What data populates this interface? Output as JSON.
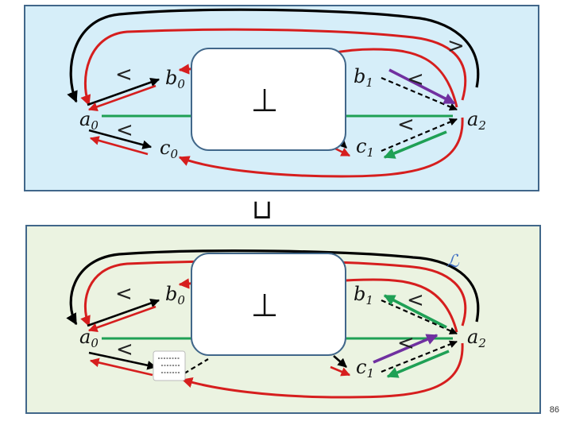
{
  "slide": {
    "page_number": "86"
  },
  "colors": {
    "top_panel_bg": "#d6eef9",
    "bottom_panel_bg": "#ebf3e1",
    "panel_border": "#41678a",
    "red": "#d61e1e",
    "green": "#1fa055",
    "purple": "#7030a0",
    "black": "#000000",
    "blue_label": "#4472c4"
  },
  "top_panel": {
    "box_symbol": "⊥",
    "labels": {
      "a0": "a",
      "a0_sub": "0",
      "b0": "b",
      "b0_sub": "0",
      "c0": "c",
      "c0_sub": "0",
      "b1": "b",
      "b1_sub": "1",
      "c1": "c",
      "c1_sub": "1",
      "a2": "a",
      "a2_sub": "2"
    },
    "rel_lt_1": "<",
    "rel_lt_2": "<",
    "rel_lt_3": "<",
    "rel_lt_4": "<",
    "rel_gt": ">"
  },
  "join_symbol": "⊔",
  "bottom_panel": {
    "box_symbol": "⊥",
    "script_label": "ℒ",
    "labels": {
      "a0": "a",
      "a0_sub": "0",
      "b0": "b",
      "b0_sub": "0",
      "b1": "b",
      "b1_sub": "1",
      "c1": "c",
      "c1_sub": "1",
      "a2": "a",
      "a2_sub": "2"
    },
    "rel_lt_1": "<",
    "rel_lt_2": "<",
    "rel_lt_3": "<",
    "rel_lt_4": "<"
  }
}
